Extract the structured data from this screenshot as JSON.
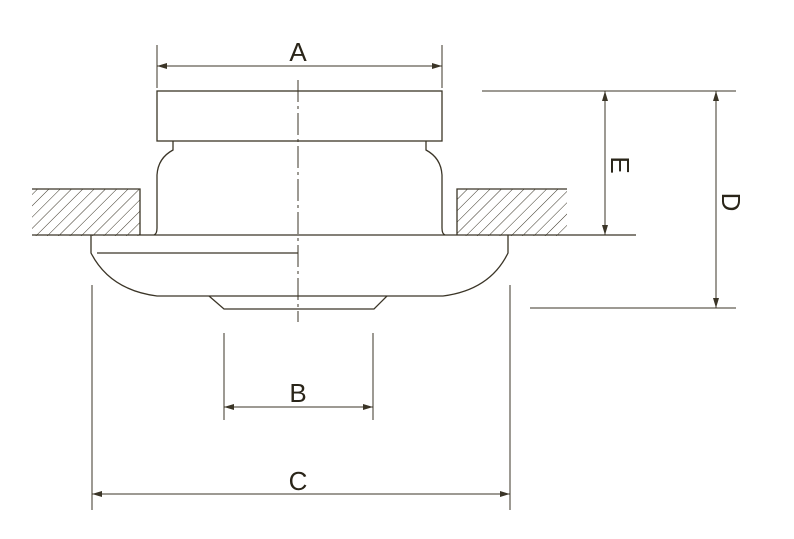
{
  "labels": {
    "A": "A",
    "B": "B",
    "C": "C",
    "D": "D",
    "E": "E"
  },
  "colors": {
    "line": "#3b3527"
  }
}
